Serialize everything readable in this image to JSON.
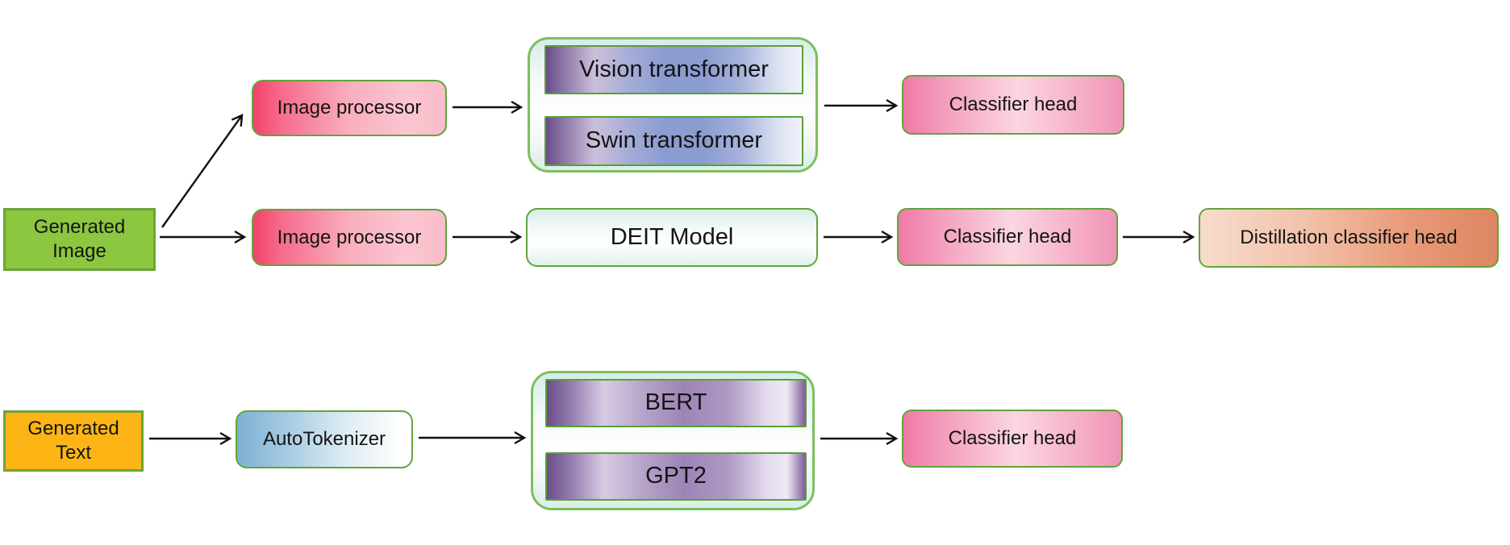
{
  "diagram": {
    "nodes": {
      "generated_image": {
        "line1": "Generated",
        "line2": "Image"
      },
      "image_processor_top": {
        "label": "Image processor"
      },
      "image_processor_mid": {
        "label": "Image processor"
      },
      "vision_transformer": {
        "label": "Vision transformer"
      },
      "swin_transformer": {
        "label": "Swin transformer"
      },
      "classifier_head_top": {
        "label": "Classifier head"
      },
      "deit_model": {
        "label": "DEIT Model"
      },
      "classifier_head_mid": {
        "label": "Classifier head"
      },
      "distillation_classifier_head": {
        "label": "Distillation classifier head"
      },
      "generated_text": {
        "line1": "Generated",
        "line2": "Text"
      },
      "autotokenizer": {
        "label": "AutoTokenizer"
      },
      "bert": {
        "label": "BERT"
      },
      "gpt2": {
        "label": "GPT2"
      },
      "classifier_head_bottom": {
        "label": "Classifier head"
      }
    },
    "edges": [
      {
        "from": "Generated Image",
        "to": "Image processor (top)"
      },
      {
        "from": "Generated Image",
        "to": "Image processor (middle)"
      },
      {
        "from": "Image processor (top)",
        "to": "Vision/Swin transformer group"
      },
      {
        "from": "Vision/Swin transformer group",
        "to": "Classifier head (top)"
      },
      {
        "from": "Image processor (middle)",
        "to": "DEIT Model"
      },
      {
        "from": "DEIT Model",
        "to": "Classifier head (middle)"
      },
      {
        "from": "Classifier head (middle)",
        "to": "Distillation classifier head"
      },
      {
        "from": "Generated Text",
        "to": "AutoTokenizer"
      },
      {
        "from": "AutoTokenizer",
        "to": "BERT/GPT2 group"
      },
      {
        "from": "BERT/GPT2 group",
        "to": "Classifier head (bottom)"
      }
    ],
    "colors": {
      "box_border_green": "#60a53a",
      "group_border_green": "#7cbf5e",
      "generated_image_fill": "#8dc63f",
      "generated_text_fill": "#fcb514",
      "processor_gradient_start": "#f4426a",
      "processor_gradient_end": "#fbc6d1",
      "classifier_gradient_start": "#ef7aa7",
      "classifier_gradient_mid": "#fbd6e1",
      "classifier_gradient_end": "#f193b6",
      "distillation_gradient_start": "#f7dccd",
      "distillation_gradient_end": "#dd8662",
      "vision_gradient_left": "#6a4b8a",
      "vision_gradient_mid": "#8b9cd1",
      "vision_gradient_right": "#f2f3fa",
      "nlp_gradient_left": "#6b4c8b",
      "nlp_gradient_mid": "#9c85b6",
      "nlp_gradient_right": "#7e5f9b",
      "tokenizer_gradient_start": "#7db1d3",
      "tokenizer_gradient_end": "#ffffff",
      "container_gradient_top": "#d7ece7",
      "container_gradient_mid": "#ffffff",
      "arrow_color": "#111111"
    }
  }
}
